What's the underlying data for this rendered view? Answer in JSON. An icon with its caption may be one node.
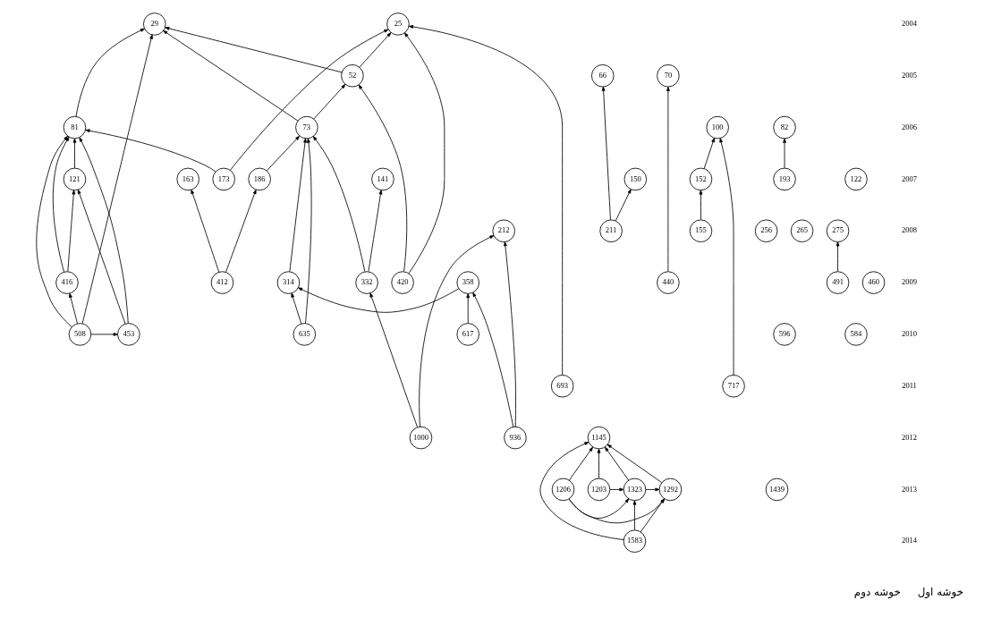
{
  "diagram": {
    "nodes": [
      {
        "text": [
          "29"
        ]
      },
      {
        "text": [
          "25"
        ]
      },
      {
        "text": [
          "52"
        ]
      },
      {
        "text": [
          "66"
        ]
      },
      {
        "text": [
          "70"
        ]
      },
      {
        "text": [
          "73"
        ]
      },
      {
        "text": [
          "81"
        ]
      },
      {
        "text": [
          "100"
        ]
      },
      {
        "text": [
          "82"
        ]
      },
      {
        "text": [
          "141"
        ]
      },
      {
        "text": [
          "163"
        ]
      },
      {
        "text": [
          "186"
        ]
      },
      {
        "text": [
          "121"
        ]
      },
      {
        "text": [
          "173"
        ]
      },
      {
        "text": [
          "152"
        ]
      },
      {
        "text": [
          "150"
        ]
      },
      {
        "text": [
          "193"
        ]
      },
      {
        "text": [
          "122"
        ]
      },
      {
        "text": [
          "212"
        ]
      },
      {
        "text": [
          "155"
        ]
      },
      {
        "text": [
          "256"
        ]
      },
      {
        "text": [
          "211"
        ]
      },
      {
        "text": [
          "265"
        ]
      },
      {
        "text": [
          "275"
        ]
      },
      {
        "text": [
          "314"
        ]
      },
      {
        "text": [
          "358"
        ]
      },
      {
        "text": [
          "332"
        ]
      },
      {
        "text": [
          "412"
        ]
      },
      {
        "text": [
          "416"
        ]
      },
      {
        "text": [
          "420"
        ]
      },
      {
        "text": [
          "460"
        ]
      },
      {
        "text": [
          "491"
        ]
      },
      {
        "text": [
          "440"
        ]
      },
      {
        "text": [
          "635"
        ]
      },
      {
        "text": [
          "617"
        ]
      },
      {
        "text": [
          "453"
        ]
      },
      {
        "text": [
          "508"
        ]
      },
      {
        "text": [
          "596"
        ]
      },
      {
        "text": [
          "584"
        ]
      },
      {
        "text": [
          "693"
        ]
      },
      {
        "text": [
          "717"
        ]
      },
      {
        "text": [
          "936"
        ]
      },
      {
        "text": [
          "1000"
        ]
      },
      {
        "text": [
          "1145"
        ]
      },
      {
        "text": [
          "1292"
        ]
      },
      {
        "text": [
          "1323"
        ]
      },
      {
        "text": [
          "1206"
        ]
      },
      {
        "text": [
          "1203"
        ]
      },
      {
        "text": [
          "1439"
        ]
      },
      {
        "text": [
          "1583"
        ]
      }
    ],
    "edges": [
      {
        "from": 5,
        "to": 0,
        "arrow": "to"
      },
      {
        "from": 2,
        "to": 0,
        "arrow": "to"
      },
      {
        "from": 2,
        "to": 1,
        "arrow": "to"
      },
      {
        "from": 5,
        "to": 2,
        "arrow": "to"
      },
      {
        "from": 6,
        "to": 0,
        "arrow": "to"
      },
      {
        "from": 36,
        "to": 0,
        "arrow": "to"
      },
      {
        "from": 13,
        "to": 6,
        "arrow": "to"
      },
      {
        "from": 13,
        "to": 1,
        "arrow": "to"
      },
      {
        "from": 29,
        "to": 2,
        "arrow": "to"
      },
      {
        "from": 29,
        "to": 1,
        "arrow": "to"
      },
      {
        "from": 39,
        "to": 1,
        "arrow": "to"
      },
      {
        "from": 24,
        "to": 5,
        "arrow": "to"
      },
      {
        "from": 33,
        "to": 5,
        "arrow": "to"
      },
      {
        "from": 26,
        "to": 5,
        "arrow": "to"
      },
      {
        "from": 11,
        "to": 5,
        "arrow": "to"
      },
      {
        "from": 35,
        "to": 6,
        "arrow": "to"
      },
      {
        "from": 12,
        "to": 6,
        "arrow": "to"
      },
      {
        "from": 28,
        "to": 6,
        "arrow": "to"
      },
      {
        "from": 28,
        "to": 12,
        "arrow": "to"
      },
      {
        "from": 36,
        "to": 6,
        "arrow": "to"
      },
      {
        "from": 36,
        "to": 28,
        "arrow": "to"
      },
      {
        "from": 36,
        "to": 35,
        "arrow": "to"
      },
      {
        "from": 35,
        "to": 12,
        "arrow": "to"
      },
      {
        "from": 27,
        "to": 10,
        "arrow": "to"
      },
      {
        "from": 27,
        "to": 11,
        "arrow": "to"
      },
      {
        "from": 25,
        "to": 24,
        "arrow": "to"
      },
      {
        "from": 33,
        "to": 24,
        "arrow": "to"
      },
      {
        "from": 34,
        "to": 25,
        "arrow": "to"
      },
      {
        "from": 41,
        "to": 25,
        "arrow": "to"
      },
      {
        "from": 41,
        "to": 18,
        "arrow": "to"
      },
      {
        "from": 42,
        "to": 18,
        "arrow": "to"
      },
      {
        "from": 42,
        "to": 26,
        "arrow": "to"
      },
      {
        "from": 26,
        "to": 9,
        "arrow": "to"
      },
      {
        "from": 14,
        "to": 7,
        "arrow": "to"
      },
      {
        "from": 19,
        "to": 14,
        "arrow": "to"
      },
      {
        "from": 40,
        "to": 7,
        "arrow": "to"
      },
      {
        "from": 21,
        "to": 3,
        "arrow": "to"
      },
      {
        "from": 21,
        "to": 15,
        "arrow": "to"
      },
      {
        "from": 16,
        "to": 8,
        "arrow": "to"
      },
      {
        "from": 31,
        "to": 23,
        "arrow": "to"
      },
      {
        "from": 32,
        "to": 4,
        "arrow": "to"
      },
      {
        "from": 44,
        "to": 43,
        "arrow": "to"
      },
      {
        "from": 45,
        "to": 43,
        "arrow": "to"
      },
      {
        "from": 46,
        "to": 43,
        "arrow": "to"
      },
      {
        "from": 47,
        "to": 43,
        "arrow": "to"
      },
      {
        "from": 49,
        "to": 43,
        "arrow": "to"
      },
      {
        "from": 45,
        "to": 44,
        "arrow": "to"
      },
      {
        "from": 46,
        "to": 45,
        "arrow": "to"
      },
      {
        "from": 49,
        "to": 44,
        "arrow": "to"
      },
      {
        "from": 49,
        "to": 45,
        "arrow": "to"
      },
      {
        "from": 46,
        "to": 44,
        "arrow": "to"
      },
      {
        "from": 47,
        "to": 45,
        "arrow": "to"
      }
    ],
    "labels": [
      "2004",
      "2005",
      "2006",
      "2007",
      "2008",
      "2009",
      "2010",
      "2011",
      "2012",
      "2013",
      "2014",
      "خوشه دوم",
      "خوشه اول"
    ]
  }
}
